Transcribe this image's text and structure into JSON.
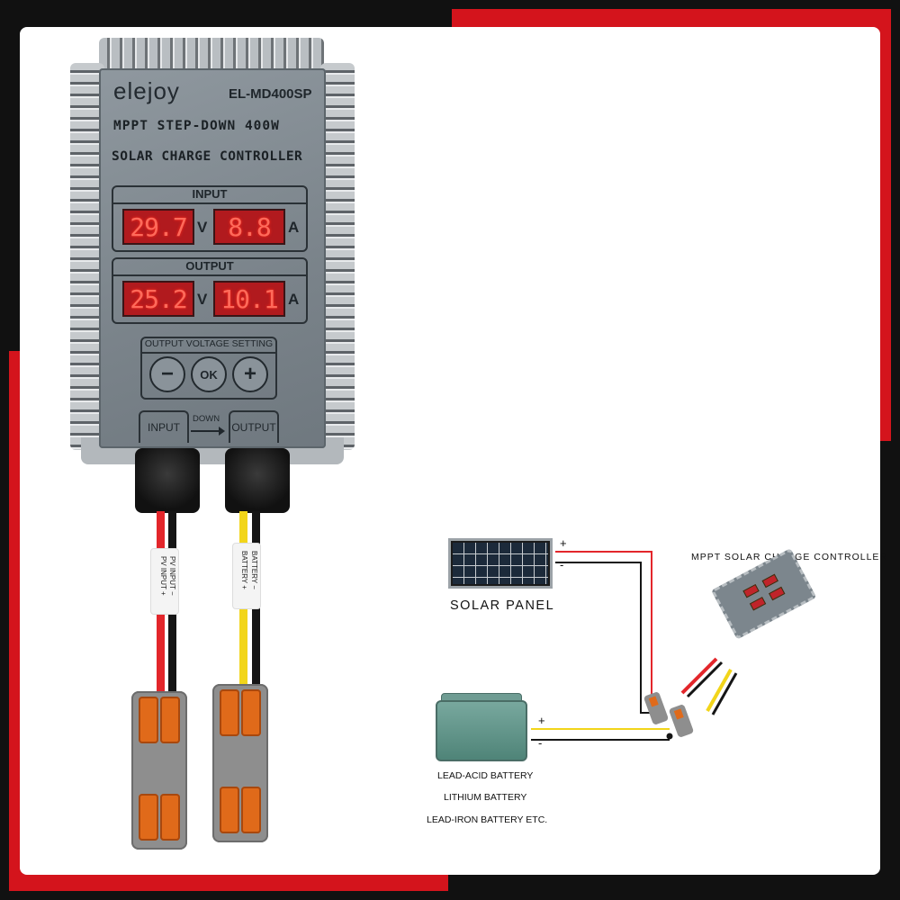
{
  "device": {
    "brand": "elejoy",
    "model": "EL-MD400SP",
    "title_line1": "MPPT STEP-DOWN 400W",
    "title_line2": "SOLAR CHARGE CONTROLLER",
    "input_label": "INPUT",
    "output_label": "OUTPUT",
    "input_voltage": "29.7",
    "input_current": "8.8",
    "output_voltage": "25.2",
    "output_current": "10.1",
    "unit_volt": "V",
    "unit_amp": "A",
    "setting_label": "OUTPUT VOLTAGE SETTING",
    "btn_minus": "−",
    "btn_ok": "OK",
    "btn_plus": "+",
    "port_input": "INPUT",
    "port_down": "DOWN",
    "port_output": "OUTPUT",
    "wire_label_pv_neg": "PV INPUT −",
    "wire_label_pv_pos": "PV INPUT +",
    "wire_label_batt_pos": "BATTERY +",
    "wire_label_batt_neg": "BATTERY −"
  },
  "diagram": {
    "solar_panel_label": "SOLAR PANEL",
    "controller_label": "MPPT SOLAR CHARGE CONTROLLER",
    "battery_line1": "LEAD-ACID BATTERY",
    "battery_line2": "LITHIUM BATTERY",
    "battery_line3": "LEAD-IRON BATTERY ETC.",
    "plus_sign": "+",
    "minus_sign": "-"
  },
  "colors": {
    "frame_red": "#d4141c",
    "frame_black": "#111111",
    "lcd_red": "#b11a1e",
    "lever_orange": "#e06a1a",
    "wire_red": "#e3262b",
    "wire_yellow": "#f2d51a"
  }
}
